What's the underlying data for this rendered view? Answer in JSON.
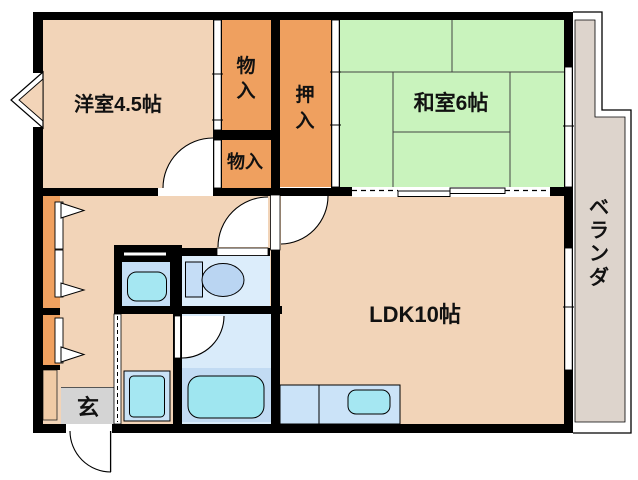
{
  "plan": {
    "rooms": {
      "western": {
        "label": "洋室4.5帖"
      },
      "japanese": {
        "label": "和室6帖"
      },
      "ldk": {
        "label": "LDK10帖"
      },
      "genkan": {
        "label": "玄"
      },
      "storage_upper": {
        "chars": [
          "物",
          "入"
        ]
      },
      "storage_lower": {
        "label": "物入"
      },
      "oshiire": {
        "chars": [
          "押",
          "入"
        ]
      },
      "veranda": {
        "chars": [
          "ベ",
          "ラ",
          "ン",
          "ダ"
        ]
      }
    },
    "fixtures": {
      "toilet": "toilet",
      "bathtub": "bathtub",
      "washbasin": "washbasin",
      "washing_machine": "washing-machine",
      "kitchen_sink": "kitchen-sink",
      "entry_door": "entry-door-swing",
      "bay_window": "bay-window"
    },
    "colors": {
      "floor_peach": "#f2d4b8",
      "tatami_green": "#c9f3bd",
      "closet_orange": "#efa05f",
      "shoe_cabinet_tan": "#f0cba6",
      "veranda_gray": "#ddd4cc",
      "genkan_gray": "#d4d4d4",
      "toilet_room_blue": "#dcedfb",
      "washroom_blue": "#c5dff6",
      "bath_blue": "#d9ebfa",
      "bath_lower_blue": "#c2dbf3",
      "kitchen_blue": "#cbe3f8",
      "fixture_cyan": "#a5e7f2",
      "tub_cyan": "#9fe6f0",
      "wall_black": "#000000"
    }
  }
}
